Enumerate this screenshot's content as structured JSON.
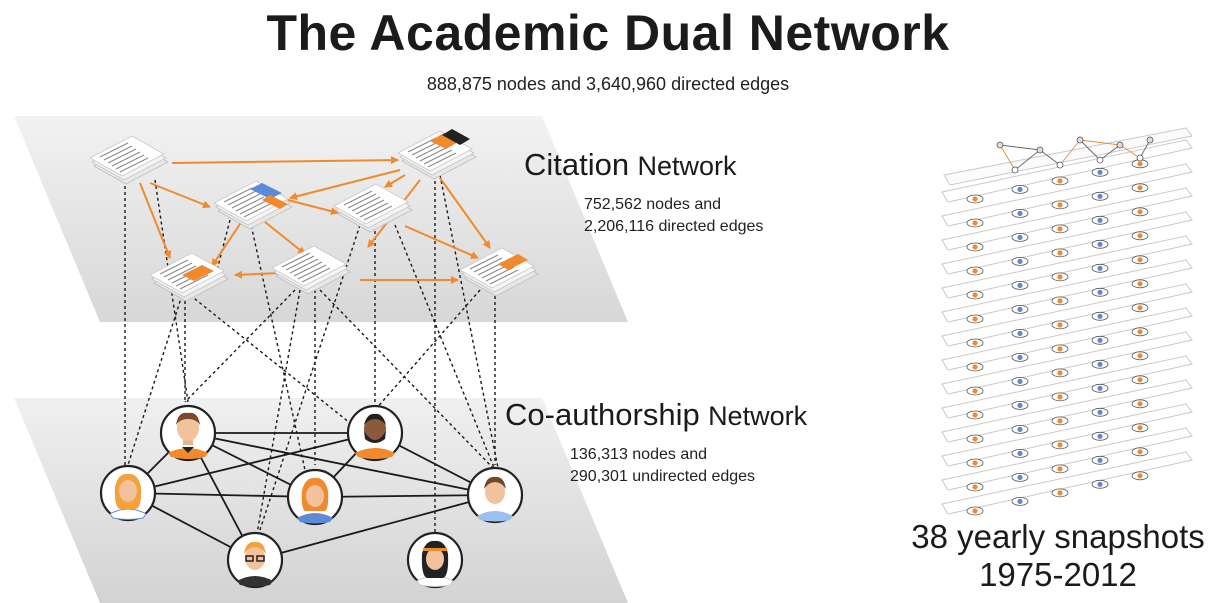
{
  "title": "The Academic Dual Network",
  "subtitle": "888,875 nodes and 3,640,960 directed edges",
  "citation": {
    "title_first": "Citation",
    "title_second": "Network",
    "stats_line1": "752,562 nodes and",
    "stats_line2": "2,206,116 directed edges"
  },
  "coauthorship": {
    "title_first": "Co-authorship",
    "title_second": "Network",
    "stats_line1": "136,313 nodes and",
    "stats_line2": "290,301 undirected edges"
  },
  "snapshots": {
    "line1": "38 yearly snapshots",
    "line2": "1975-2012"
  },
  "colors": {
    "citation_edge": "#f08a2c",
    "plane": "#e4e4e4",
    "accent_blue": "#5b8ad6",
    "accent_black": "#222222"
  },
  "icons": {
    "paper": "document-stack-icon",
    "author": "person-avatar-icon"
  }
}
